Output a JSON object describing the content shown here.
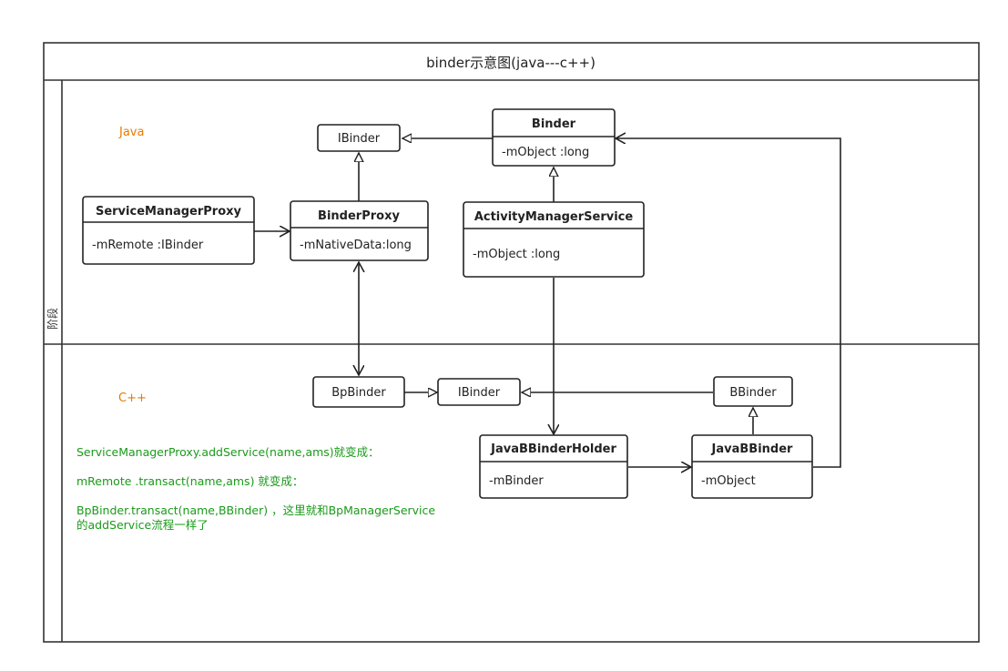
{
  "diagram": {
    "title": "binder示意图(java---c++)",
    "pool_label": "阶段",
    "lanes": {
      "java": "Java",
      "cpp": "C++"
    },
    "classes": {
      "ibinder_java": {
        "name": "IBinder"
      },
      "binder": {
        "name": "Binder",
        "attr": "-mObject :long"
      },
      "service_manager_proxy": {
        "name": "ServiceManagerProxy",
        "attr": "-mRemote :IBinder"
      },
      "binder_proxy": {
        "name": "BinderProxy",
        "attr": "-mNativeData:long"
      },
      "activity_manager_service": {
        "name": "ActivityManagerService",
        "attr": "-mObject :long"
      },
      "bpbinder": {
        "name": "BpBinder"
      },
      "ibinder_cpp": {
        "name": "IBinder"
      },
      "bbinder": {
        "name": "BBinder"
      },
      "java_bbinder_holder": {
        "name": "JavaBBinderHolder",
        "attr": "-mBinder"
      },
      "java_bbinder": {
        "name": "JavaBBinder",
        "attr": "-mObject"
      }
    },
    "notes": [
      "ServiceManagerProxy.addService(name,ams)就变成：",
      "mRemote .transact(name,ams) 就变成：",
      "BpBinder.transact(name,BBinder) ，这里就和BpManagerService",
      "的addService流程一样了"
    ]
  }
}
